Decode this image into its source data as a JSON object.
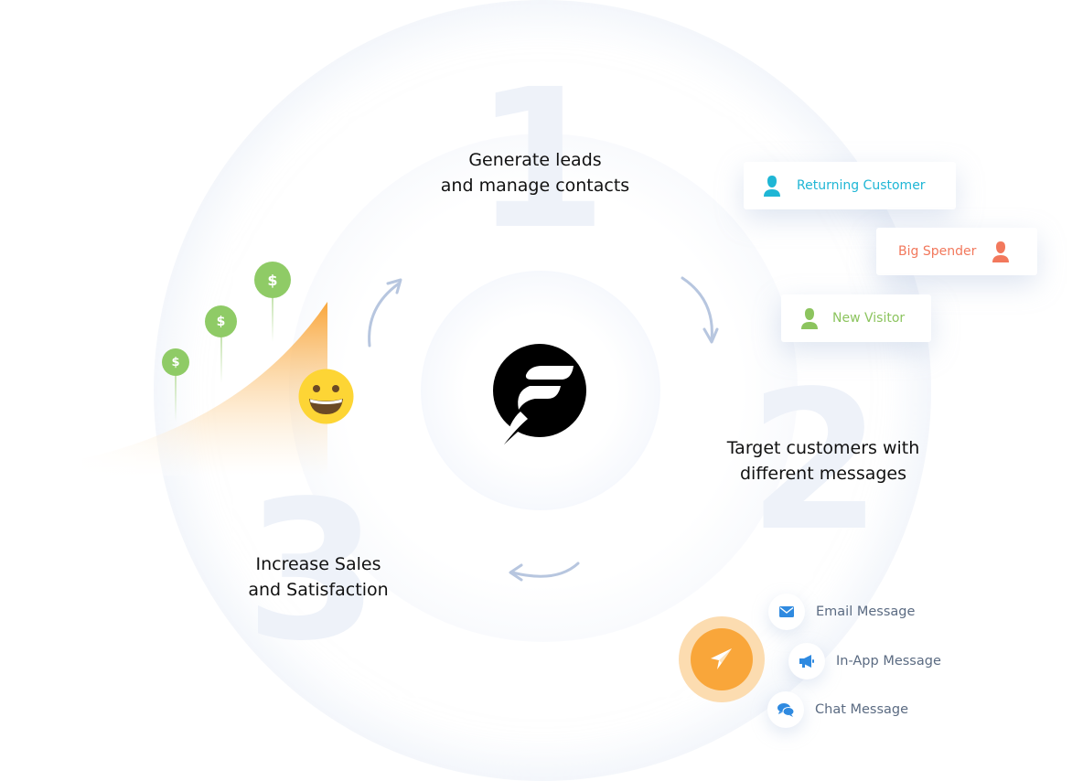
{
  "steps": [
    {
      "number": "1",
      "title_line1": "Generate leads",
      "title_line2": "and manage contacts"
    },
    {
      "number": "2",
      "title_line1": "Target customers with",
      "title_line2": "different messages"
    },
    {
      "number": "3",
      "title_line1": "Increase Sales",
      "title_line2": "and Satisfaction"
    }
  ],
  "center_logo": {
    "icon": "chat-bubble-f-logo",
    "color": "#000000"
  },
  "segments": [
    {
      "label": "Returning Customer",
      "icon": "person-icon",
      "color": "#1fb6d5"
    },
    {
      "label": "Big Spender",
      "icon": "person-icon",
      "color": "#f2785c"
    },
    {
      "label": "New Visitor",
      "icon": "person-icon",
      "color": "#8cc45e"
    }
  ],
  "growth": {
    "coins": [
      "$",
      "$",
      "$"
    ],
    "coin_color": "#8fcb66",
    "curve_color": "#f9a63a",
    "emoji": "smiley-face-icon"
  },
  "channels": {
    "send_icon": "paper-plane-icon",
    "send_color": "#f9a63a",
    "items": [
      {
        "label": "Email Message",
        "icon": "envelope-icon"
      },
      {
        "label": "In-App Message",
        "icon": "megaphone-icon"
      },
      {
        "label": "Chat Message",
        "icon": "chat-bubbles-icon"
      }
    ],
    "icon_color": "#2f8ae0"
  },
  "arrows": [
    "arrow-clockwise-top-left",
    "arrow-clockwise-top-right",
    "arrow-clockwise-bottom"
  ]
}
